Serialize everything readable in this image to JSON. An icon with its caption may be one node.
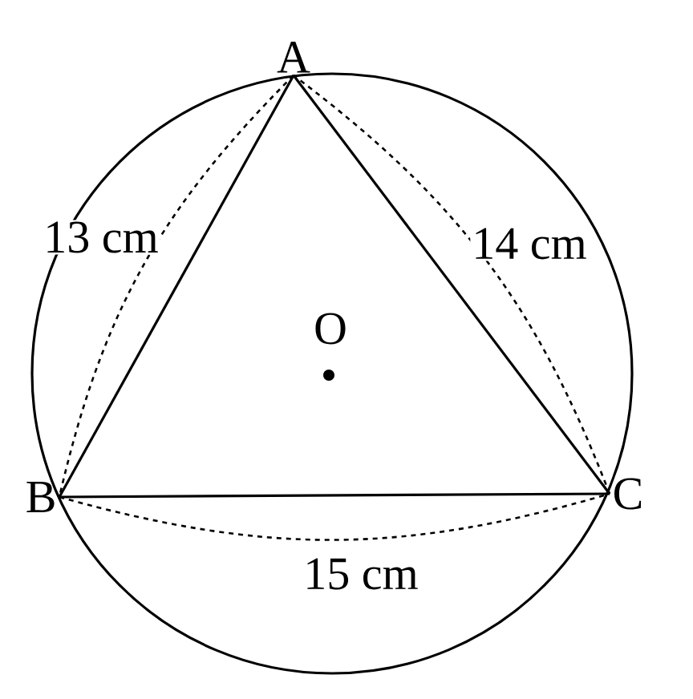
{
  "diagram": {
    "nodes": [
      {
        "text": [
          "A"
        ]
      },
      {
        "text": [
          "B"
        ]
      },
      {
        "text": [
          "C"
        ]
      }
    ],
    "edges": [
      {
        "from": 0,
        "to": 1,
        "arrow": "none"
      },
      {
        "from": 1,
        "to": 2,
        "arrow": "none"
      },
      {
        "from": 2,
        "to": 0,
        "arrow": "none"
      }
    ],
    "labels": [
      "O",
      "13 cm",
      "14 cm",
      "15 cm"
    ]
  }
}
